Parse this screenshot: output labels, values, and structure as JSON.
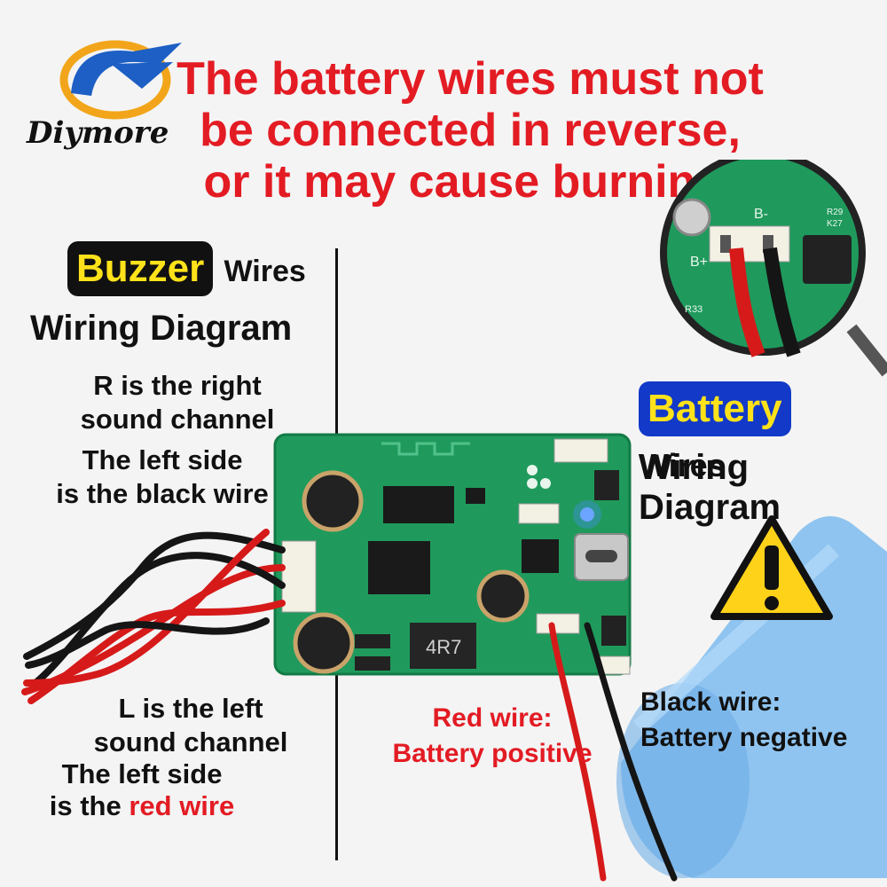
{
  "brand": {
    "name": "Diymore"
  },
  "warning": {
    "line1": "The battery wires must not",
    "line2": "be connected in reverse,",
    "line3": "or it may cause burning."
  },
  "buzzer_section": {
    "badge": "Buzzer",
    "heading_suffix": "Wires",
    "subheading": "Wiring Diagram",
    "r_line1": "R is the right",
    "r_line2": "sound channel",
    "r_line3": "The left side",
    "r_line4": "is the black wire",
    "l_line1": "L is the left",
    "l_line2": "sound channel",
    "l_line3": "The left side",
    "l_line4_prefix": "is the",
    "l_line4_red": "red wire"
  },
  "battery_section": {
    "badge": "Battery",
    "heading_suffix": "Wires",
    "subheading": "Wiring Diagram",
    "red_line1": "Red wire:",
    "red_line2": "Battery positive",
    "black_line1": "Black wire:",
    "black_line2": "Battery negative"
  },
  "board": {
    "inductor_label": "4R7",
    "silk_b_plus": "B+",
    "silk_b_minus": "B-",
    "silk_r33": "R33",
    "silk_k27": "K27",
    "silk_r29": "R29"
  },
  "colors": {
    "warning_red": "#e31b23",
    "pcb_green": "#1f9a5c",
    "battery_blue": "#8fc4f0",
    "badge_yellow": "#ffe21a",
    "battery_badge_blue": "#1239c8"
  },
  "icons": [
    "diymore-logo-icon",
    "warning-triangle-icon",
    "magnifier-icon"
  ]
}
